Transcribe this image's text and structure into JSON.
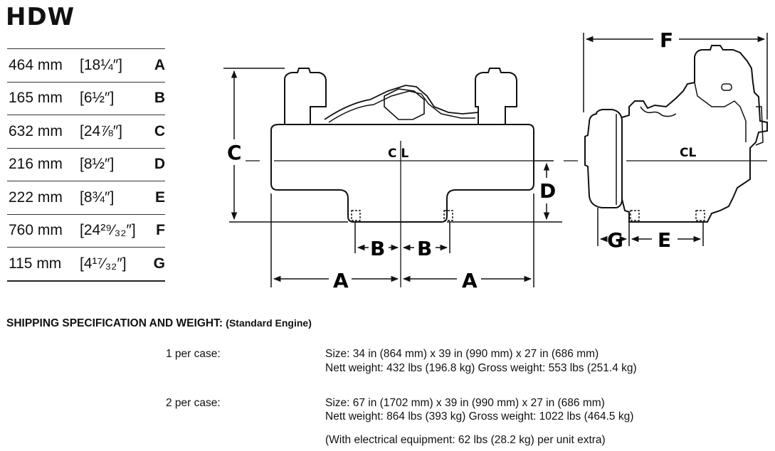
{
  "title": "HDW",
  "dimensions": [
    {
      "mm": "464 mm",
      "inch": "[18¼″]",
      "letter": "A"
    },
    {
      "mm": "165 mm",
      "inch": "[6½″]",
      "letter": "B"
    },
    {
      "mm": "632 mm",
      "inch": "[24⅞″]",
      "letter": "C"
    },
    {
      "mm": "216 mm",
      "inch": "[8½″]",
      "letter": "D"
    },
    {
      "mm": "222 mm",
      "inch": "[8¾″]",
      "letter": "E"
    },
    {
      "mm": "760 mm",
      "inch": "[24²⁹⁄₃₂″]",
      "letter": "F"
    },
    {
      "mm": "115 mm",
      "inch": "[4¹⁷⁄₃₂″]",
      "letter": "G"
    }
  ],
  "diagram_labels": {
    "A": "A",
    "B": "B",
    "C": "C",
    "D": "D",
    "E": "E",
    "F": "F",
    "G": "G",
    "centerline_front": "C L",
    "centerline_side": "CL"
  },
  "shipping": {
    "heading": "SHIPPING SPECIFICATION AND WEIGHT:",
    "subheading": "(Standard Engine)",
    "one_per_case": {
      "label": "1 per case:",
      "size": "Size:  34 in (864 mm)  x  39 in (990 mm)  x  27 in (686 mm)",
      "weight": "Nett weight:  432 lbs (196.8 kg)  Gross weight:  553 lbs (251.4 kg)"
    },
    "two_per_case": {
      "label": "2 per case:",
      "size": "Size:  67 in (1702 mm)  x  39 in (990 mm)  x  27 in (686 mm)",
      "weight": "Nett weight:  864 lbs (393 kg)  Gross weight:  1022 lbs (464.5 kg)"
    },
    "note": "(With electrical equipment:  62 lbs (28.2 kg) per unit extra)"
  }
}
